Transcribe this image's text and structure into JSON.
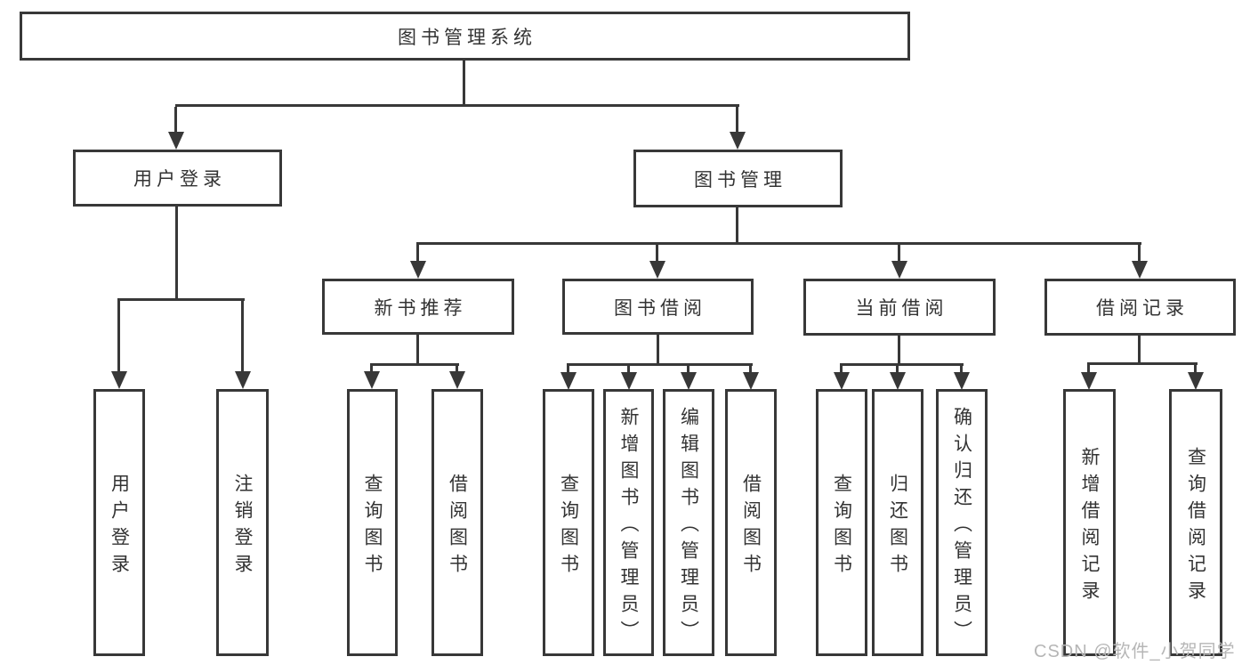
{
  "colors": {
    "line": "#383838",
    "text": "#333333",
    "watermark": "#b6b6b6",
    "bg": "#ffffff"
  },
  "nodes": {
    "root": "图书管理系统",
    "user_login": "用户登录",
    "book_mgmt": "图书管理",
    "new_books": "新书推荐",
    "book_borrow": "图书借阅",
    "current_borrow": "当前借阅",
    "borrow_records": "借阅记录"
  },
  "leaves": {
    "user_login": [
      "用户登录",
      "注销登录"
    ],
    "new_books": [
      "查询图书",
      "借阅图书"
    ],
    "book_borrow": [
      "查询图书",
      "新增图书（管理员）",
      "编辑图书（管理员）",
      "借阅图书"
    ],
    "current_borrow": [
      "查询图书",
      "归还图书",
      "确认归还（管理员）"
    ],
    "borrow_records": [
      "新增借阅记录",
      "查询借阅记录"
    ]
  },
  "watermark": "CSDN @软件_小贺同学"
}
